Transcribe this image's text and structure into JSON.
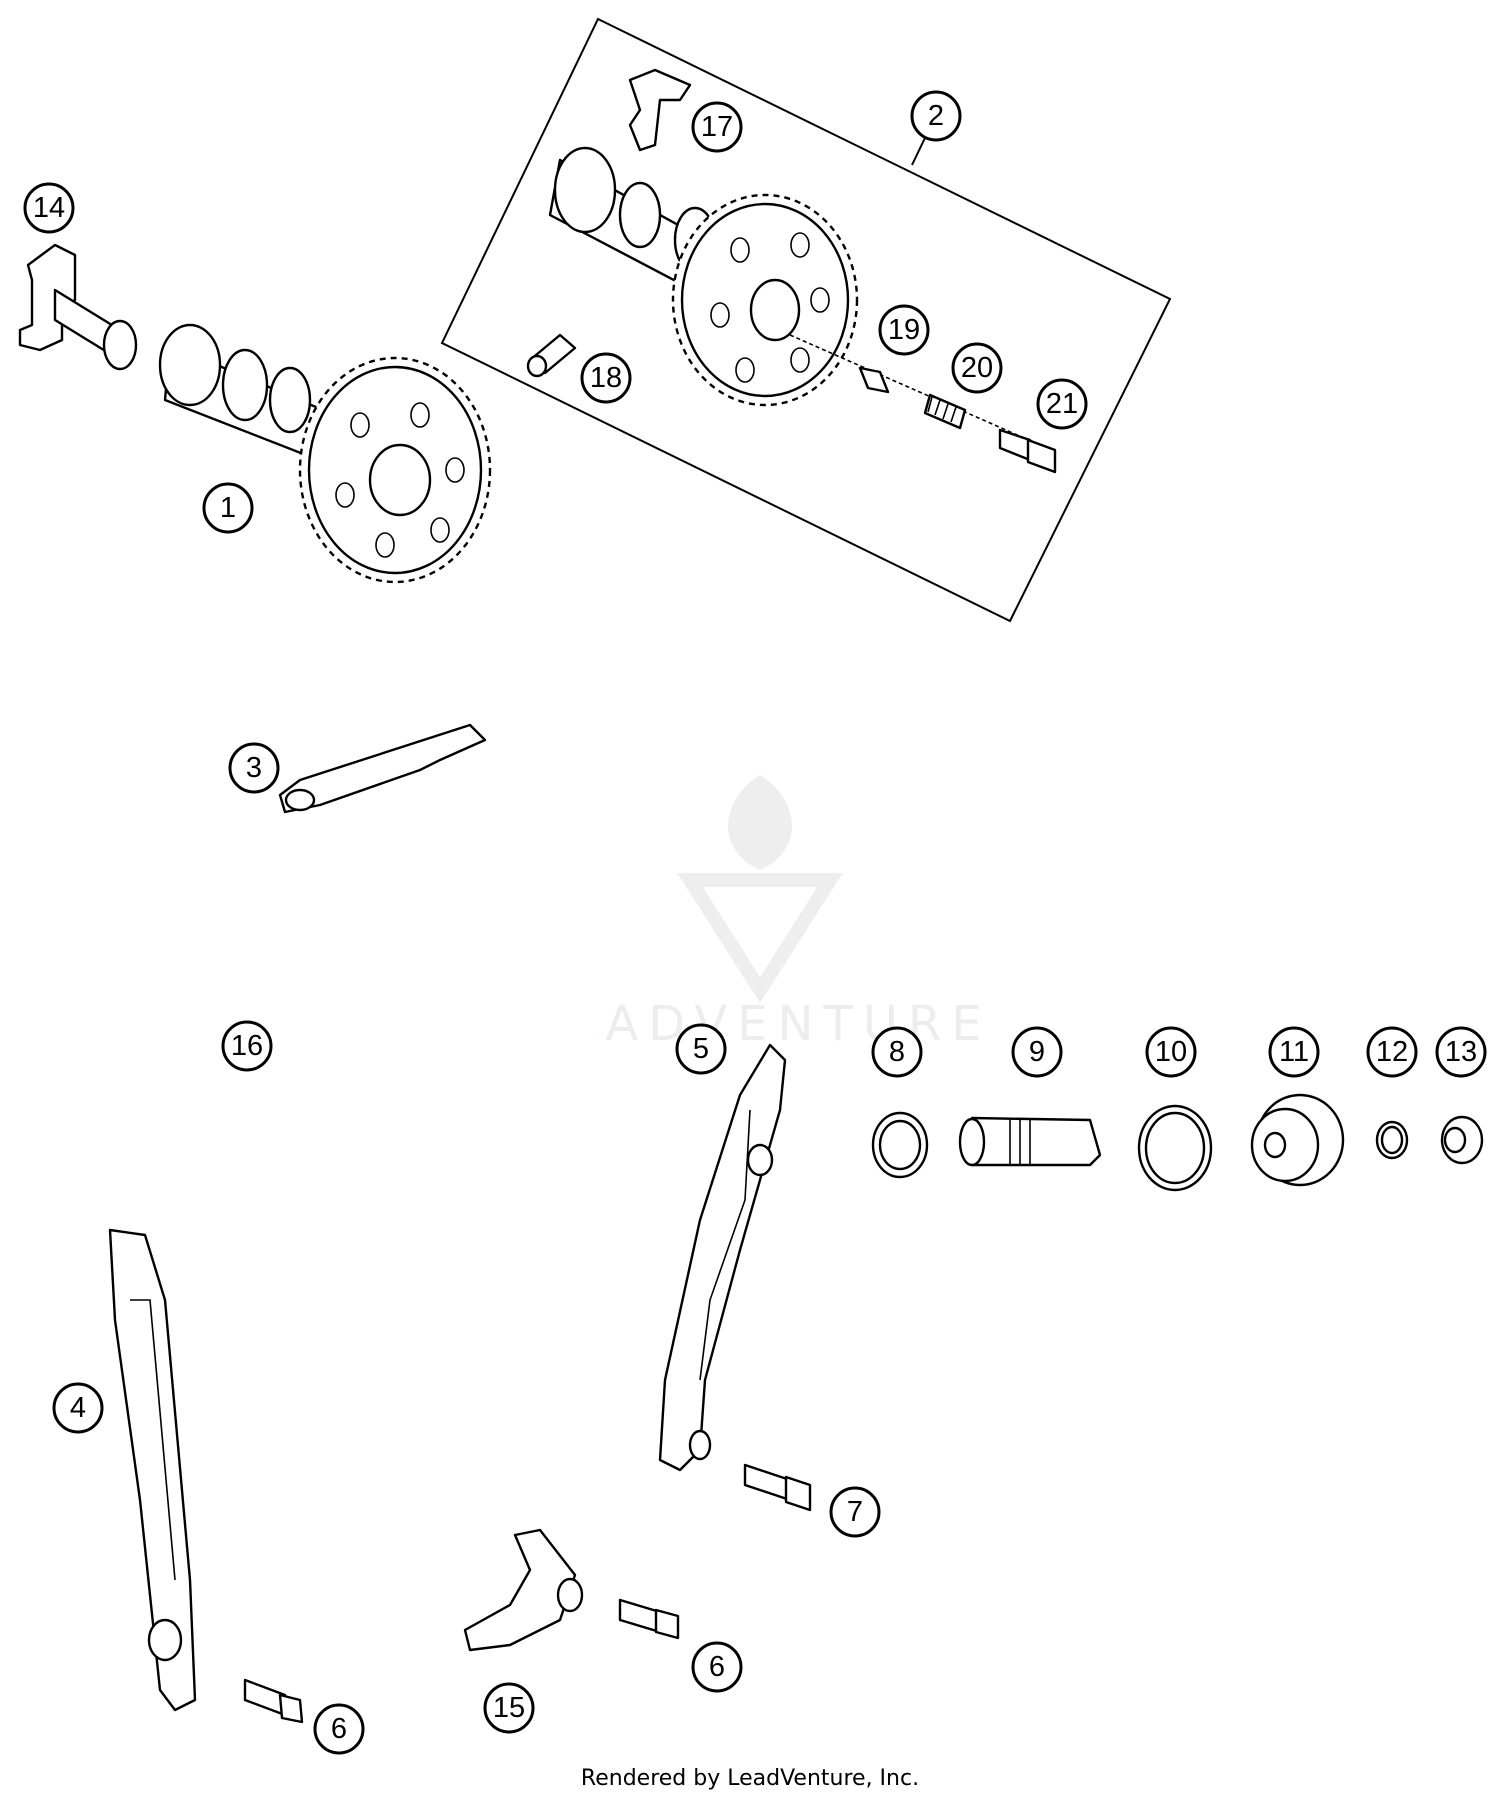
{
  "callouts": [
    "1",
    "2",
    "3",
    "4",
    "5",
    "6",
    "7",
    "8",
    "9",
    "10",
    "11",
    "12",
    "13",
    "14",
    "15",
    "16",
    "17",
    "18",
    "19",
    "20",
    "21"
  ],
  "watermark": {
    "text": "LEADVENTURE"
  },
  "footer": {
    "text": "Rendered by LeadVenture, Inc."
  }
}
